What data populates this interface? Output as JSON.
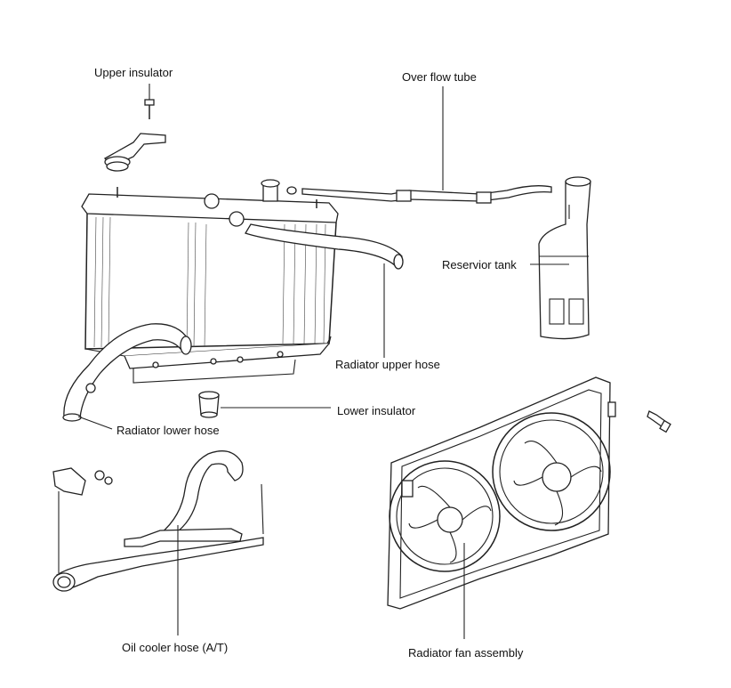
{
  "labels": {
    "upper_insulator": "Upper insulator",
    "over_flow_tube": "Over flow tube",
    "reservior_tank": "Reservior tank",
    "radiator_upper_hose": "Radiator upper hose",
    "lower_insulator": "Lower insulator",
    "radiator_lower_hose": "Radiator lower hose",
    "oil_cooler_hose": "Oil cooler hose (A/T)",
    "radiator_fan_assembly": "Radiator fan assembly"
  }
}
